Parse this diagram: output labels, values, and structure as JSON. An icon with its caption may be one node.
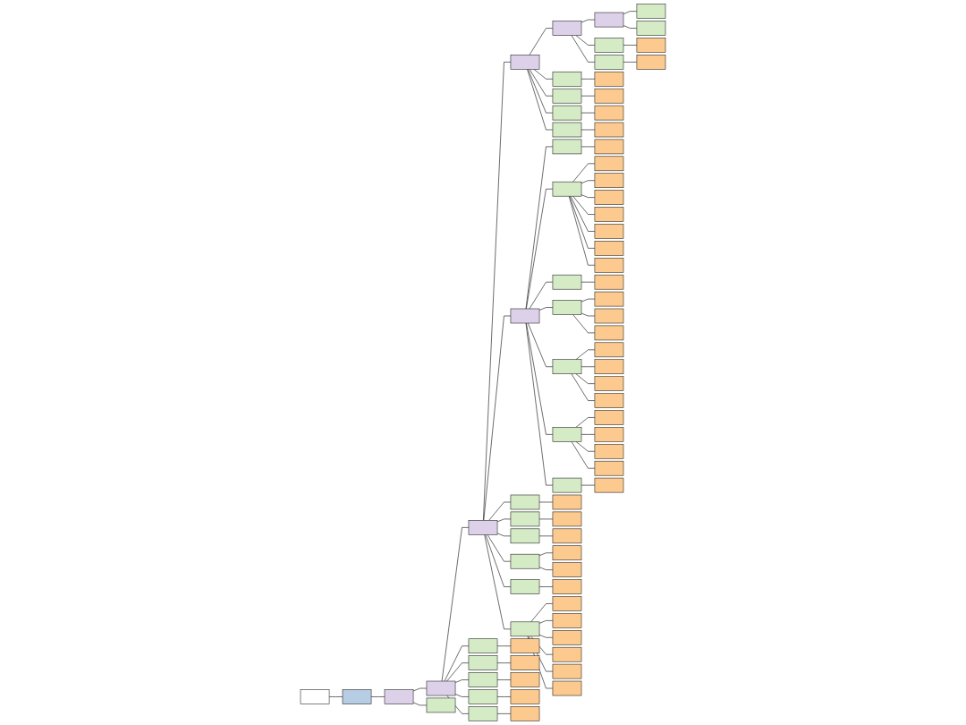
{
  "diagram": {
    "nodes": [
      {
        "text": [],
        "shape": "box"
      },
      {
        "text": [],
        "shape": "box"
      },
      {
        "text": [],
        "shape": "box"
      },
      {
        "text": [],
        "shape": "box"
      },
      {
        "text": [],
        "shape": "box"
      },
      {
        "text": [],
        "shape": "box"
      },
      {
        "text": [],
        "shape": "box"
      },
      {
        "text": [],
        "shape": "box"
      },
      {
        "text": [],
        "shape": "box"
      },
      {
        "text": [],
        "shape": "box"
      },
      {
        "text": [],
        "shape": "box"
      },
      {
        "text": [],
        "shape": "box"
      },
      {
        "text": [],
        "shape": "box"
      },
      {
        "text": [],
        "shape": "box"
      },
      {
        "text": [],
        "shape": "box"
      },
      {
        "text": [],
        "shape": "box"
      },
      {
        "text": [],
        "shape": "box"
      },
      {
        "text": [],
        "shape": "box"
      },
      {
        "text": [],
        "shape": "box"
      },
      {
        "text": [],
        "shape": "box"
      },
      {
        "text": [],
        "shape": "box"
      },
      {
        "text": [],
        "shape": "box"
      },
      {
        "text": [],
        "shape": "box"
      },
      {
        "text": [],
        "shape": "box"
      },
      {
        "text": [],
        "shape": "box"
      },
      {
        "text": [],
        "shape": "box"
      },
      {
        "text": [],
        "shape": "box"
      },
      {
        "text": [],
        "shape": "box"
      },
      {
        "text": [],
        "shape": "box"
      },
      {
        "text": [],
        "shape": "box"
      },
      {
        "text": [],
        "shape": "box"
      },
      {
        "text": [],
        "shape": "box"
      },
      {
        "text": [],
        "shape": "box"
      },
      {
        "text": [],
        "shape": "box"
      },
      {
        "text": [],
        "shape": "box"
      },
      {
        "text": [],
        "shape": "box"
      },
      {
        "text": [],
        "shape": "box"
      },
      {
        "text": [],
        "shape": "box"
      },
      {
        "text": [],
        "shape": "box"
      },
      {
        "text": [],
        "shape": "box"
      },
      {
        "text": [],
        "shape": "box"
      },
      {
        "text": [],
        "shape": "box"
      },
      {
        "text": [],
        "shape": "box"
      },
      {
        "text": [],
        "shape": "box"
      },
      {
        "text": [],
        "shape": "box"
      },
      {
        "text": [],
        "shape": "box"
      },
      {
        "text": [],
        "shape": "box"
      },
      {
        "text": [],
        "shape": "box"
      },
      {
        "text": [],
        "shape": "box"
      },
      {
        "text": [],
        "shape": "box"
      },
      {
        "text": [],
        "shape": "box"
      },
      {
        "text": [],
        "shape": "box"
      },
      {
        "text": [],
        "shape": "box"
      },
      {
        "text": [],
        "shape": "box"
      },
      {
        "text": [],
        "shape": "box"
      },
      {
        "text": [],
        "shape": "box"
      },
      {
        "text": [],
        "shape": "box"
      },
      {
        "text": [],
        "shape": "box"
      },
      {
        "text": [],
        "shape": "box"
      },
      {
        "text": [],
        "shape": "box"
      },
      {
        "text": [],
        "shape": "box"
      },
      {
        "text": [],
        "shape": "box"
      },
      {
        "text": [],
        "shape": "box"
      },
      {
        "text": [],
        "shape": "box"
      },
      {
        "text": [],
        "shape": "box"
      },
      {
        "text": [],
        "shape": "box"
      },
      {
        "text": [],
        "shape": "box"
      },
      {
        "text": [],
        "shape": "box"
      },
      {
        "text": [],
        "shape": "box"
      },
      {
        "text": [],
        "shape": "box"
      },
      {
        "text": [],
        "shape": "box"
      },
      {
        "text": [],
        "shape": "box"
      },
      {
        "text": [],
        "shape": "box"
      },
      {
        "text": [],
        "shape": "box"
      },
      {
        "text": [],
        "shape": "box"
      },
      {
        "text": [],
        "shape": "box"
      },
      {
        "text": [],
        "shape": "box"
      },
      {
        "text": [],
        "shape": "box"
      },
      {
        "text": [],
        "shape": "box"
      },
      {
        "text": [],
        "shape": "box"
      }
    ],
    "edges": [
      {
        "from": 0,
        "to": 1,
        "arrow": "none"
      },
      {
        "from": 1,
        "to": 2,
        "arrow": "none"
      },
      {
        "from": 2,
        "to": 3,
        "arrow": "none"
      },
      {
        "from": 3,
        "to": 4,
        "arrow": "none"
      },
      {
        "from": 4,
        "to": 5,
        "arrow": "none"
      },
      {
        "from": 5,
        "to": 6,
        "arrow": "none"
      },
      {
        "from": 6,
        "to": 7,
        "arrow": "none"
      },
      {
        "from": 7,
        "to": 8,
        "arrow": "none"
      },
      {
        "from": 7,
        "to": 9,
        "arrow": "none"
      },
      {
        "from": 6,
        "to": 10,
        "arrow": "none"
      },
      {
        "from": 10,
        "to": 11,
        "arrow": "none"
      },
      {
        "from": 6,
        "to": 12,
        "arrow": "none"
      },
      {
        "from": 12,
        "to": 13,
        "arrow": "none"
      },
      {
        "from": 5,
        "to": 14,
        "arrow": "none"
      },
      {
        "from": 14,
        "to": 15,
        "arrow": "none"
      },
      {
        "from": 5,
        "to": 16,
        "arrow": "none"
      },
      {
        "from": 16,
        "to": 17,
        "arrow": "none"
      },
      {
        "from": 5,
        "to": 18,
        "arrow": "none"
      },
      {
        "from": 18,
        "to": 19,
        "arrow": "none"
      },
      {
        "from": 5,
        "to": 20,
        "arrow": "none"
      },
      {
        "from": 20,
        "to": 21,
        "arrow": "none"
      },
      {
        "from": 4,
        "to": 22,
        "arrow": "none"
      },
      {
        "from": 22,
        "to": 23,
        "arrow": "none"
      },
      {
        "from": 23,
        "to": 24,
        "arrow": "none"
      },
      {
        "from": 22,
        "to": 25,
        "arrow": "none"
      },
      {
        "from": 25,
        "to": 26,
        "arrow": "none"
      },
      {
        "from": 25,
        "to": 27,
        "arrow": "none"
      },
      {
        "from": 25,
        "to": 28,
        "arrow": "none"
      },
      {
        "from": 25,
        "to": 29,
        "arrow": "none"
      },
      {
        "from": 25,
        "to": 30,
        "arrow": "none"
      },
      {
        "from": 25,
        "to": 31,
        "arrow": "none"
      },
      {
        "from": 25,
        "to": 32,
        "arrow": "none"
      },
      {
        "from": 22,
        "to": 33,
        "arrow": "none"
      },
      {
        "from": 33,
        "to": 34,
        "arrow": "none"
      },
      {
        "from": 22,
        "to": 35,
        "arrow": "none"
      },
      {
        "from": 35,
        "to": 36,
        "arrow": "none"
      },
      {
        "from": 35,
        "to": 37,
        "arrow": "none"
      },
      {
        "from": 35,
        "to": 38,
        "arrow": "none"
      },
      {
        "from": 22,
        "to": 39,
        "arrow": "none"
      },
      {
        "from": 39,
        "to": 40,
        "arrow": "none"
      },
      {
        "from": 39,
        "to": 41,
        "arrow": "none"
      },
      {
        "from": 39,
        "to": 42,
        "arrow": "none"
      },
      {
        "from": 39,
        "to": 43,
        "arrow": "none"
      },
      {
        "from": 22,
        "to": 44,
        "arrow": "none"
      },
      {
        "from": 44,
        "to": 45,
        "arrow": "none"
      },
      {
        "from": 44,
        "to": 46,
        "arrow": "none"
      },
      {
        "from": 44,
        "to": 47,
        "arrow": "none"
      },
      {
        "from": 44,
        "to": 48,
        "arrow": "none"
      },
      {
        "from": 22,
        "to": 49,
        "arrow": "none"
      },
      {
        "from": 49,
        "to": 50,
        "arrow": "none"
      },
      {
        "from": 4,
        "to": 51,
        "arrow": "none"
      },
      {
        "from": 51,
        "to": 52,
        "arrow": "none"
      },
      {
        "from": 4,
        "to": 53,
        "arrow": "none"
      },
      {
        "from": 53,
        "to": 54,
        "arrow": "none"
      },
      {
        "from": 4,
        "to": 55,
        "arrow": "none"
      },
      {
        "from": 55,
        "to": 56,
        "arrow": "none"
      },
      {
        "from": 4,
        "to": 57,
        "arrow": "none"
      },
      {
        "from": 57,
        "to": 58,
        "arrow": "none"
      },
      {
        "from": 57,
        "to": 59,
        "arrow": "none"
      },
      {
        "from": 4,
        "to": 60,
        "arrow": "none"
      },
      {
        "from": 60,
        "to": 61,
        "arrow": "none"
      },
      {
        "from": 4,
        "to": 62,
        "arrow": "none"
      },
      {
        "from": 62,
        "to": 63,
        "arrow": "none"
      },
      {
        "from": 62,
        "to": 64,
        "arrow": "none"
      },
      {
        "from": 62,
        "to": 65,
        "arrow": "none"
      },
      {
        "from": 62,
        "to": 66,
        "arrow": "none"
      },
      {
        "from": 62,
        "to": 67,
        "arrow": "none"
      },
      {
        "from": 62,
        "to": 68,
        "arrow": "none"
      },
      {
        "from": 3,
        "to": 69,
        "arrow": "none"
      },
      {
        "from": 69,
        "to": 70,
        "arrow": "none"
      },
      {
        "from": 3,
        "to": 71,
        "arrow": "none"
      },
      {
        "from": 71,
        "to": 72,
        "arrow": "none"
      },
      {
        "from": 3,
        "to": 73,
        "arrow": "none"
      },
      {
        "from": 73,
        "to": 74,
        "arrow": "none"
      },
      {
        "from": 3,
        "to": 75,
        "arrow": "none"
      },
      {
        "from": 75,
        "to": 76,
        "arrow": "none"
      },
      {
        "from": 3,
        "to": 77,
        "arrow": "none"
      },
      {
        "from": 77,
        "to": 78,
        "arrow": "none"
      },
      {
        "from": 2,
        "to": 79,
        "arrow": "none"
      }
    ]
  }
}
